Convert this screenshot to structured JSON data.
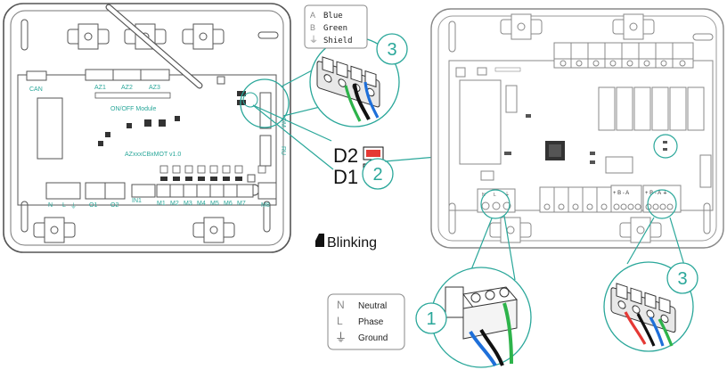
{
  "left_board": {
    "labels": {
      "can": "CAN",
      "az1": "AZ1",
      "az2": "AZ2",
      "az3": "AZ3",
      "onoff_module": "ON/OFF Module",
      "model": "AZxxxCBxMOT v1.0",
      "dm": "DM",
      "ru": "RU",
      "n": "N",
      "l": "L",
      "o1": "O1",
      "o2": "O2",
      "in1": "IN1",
      "m1": "M1",
      "m2": "M2",
      "m3": "M3",
      "m4": "M4",
      "m5": "M5",
      "m6": "M6",
      "m7": "M7",
      "m8": "M8"
    }
  },
  "bus_legend": {
    "a": {
      "letter": "A",
      "label": "Blue"
    },
    "b": {
      "letter": "B",
      "label": "Green"
    },
    "shield": {
      "symbol": "⏚",
      "label": "Shield"
    }
  },
  "leds": {
    "d2": "D2",
    "d1": "D1",
    "colors": {
      "d2": "#e53935",
      "d1": "#2db34a"
    }
  },
  "blinking": {
    "label": "Blinking"
  },
  "power_legend": {
    "n": {
      "letter": "N",
      "label": "Neutral"
    },
    "l": {
      "letter": "L",
      "label": "Phase"
    },
    "g": {
      "symbol": "⏚",
      "label": "Ground"
    }
  },
  "right_board": {
    "labels": {
      "n": "N",
      "l": "L",
      "g": "⏚",
      "bus1": "+ B - A",
      "bus2": "+ B - A ⏚"
    }
  },
  "steps": {
    "step_top": "3",
    "step_mid": "2",
    "step_bottom_left": "1",
    "step_bottom_right": "3"
  },
  "colors": {
    "accent": "#2aa79a",
    "wire_blue": "#1e6fd9",
    "wire_green": "#2db34a",
    "wire_red": "#e53935"
  }
}
